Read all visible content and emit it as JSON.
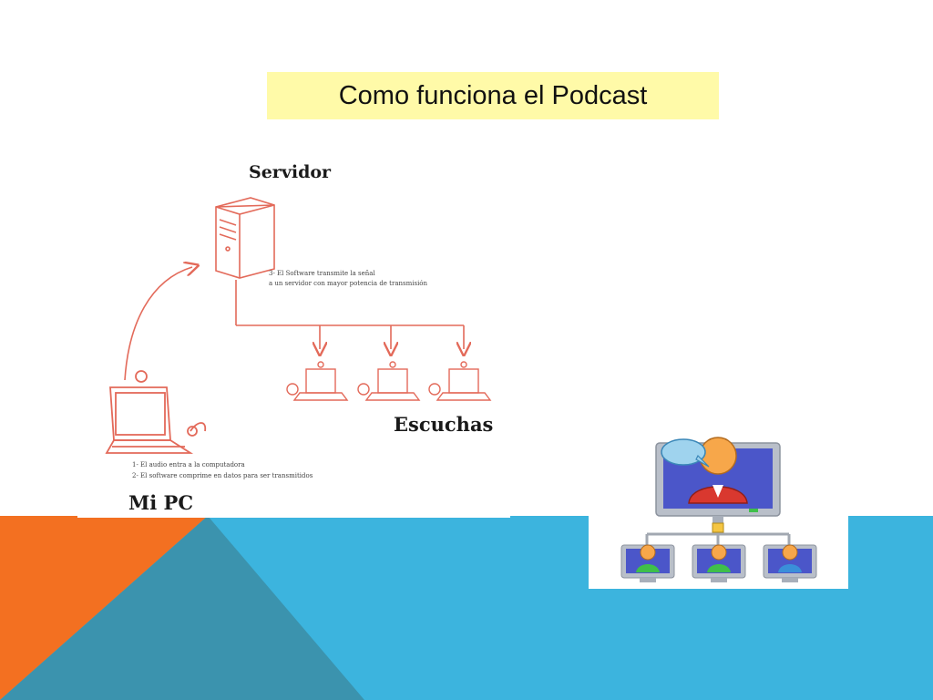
{
  "slide": {
    "title": "Como funciona el Podcast",
    "colors": {
      "title_background": "#fffaa8",
      "band_blue": "#3cb4de",
      "band_orange": "#f37021",
      "band_teal": "#3b93ae",
      "diagram_line": "#e36a5a"
    }
  },
  "diagram": {
    "server_label": "Servidor",
    "server_note_line1": "3- El Software transmite la señal",
    "server_note_line2": "a un servidor con mayor potencia de transmisión",
    "listeners_label": "Escuchas",
    "pc_label": "Mi PC",
    "pc_note_line1": "1-  El audio entra a la computadora",
    "pc_note_line2": "2- El software comprime  en datos para ser transmitidos"
  },
  "network_illustration": {
    "icons": [
      "speech-bubble-icon",
      "monitor-presenter-icon",
      "listener-monitor-icon"
    ]
  }
}
